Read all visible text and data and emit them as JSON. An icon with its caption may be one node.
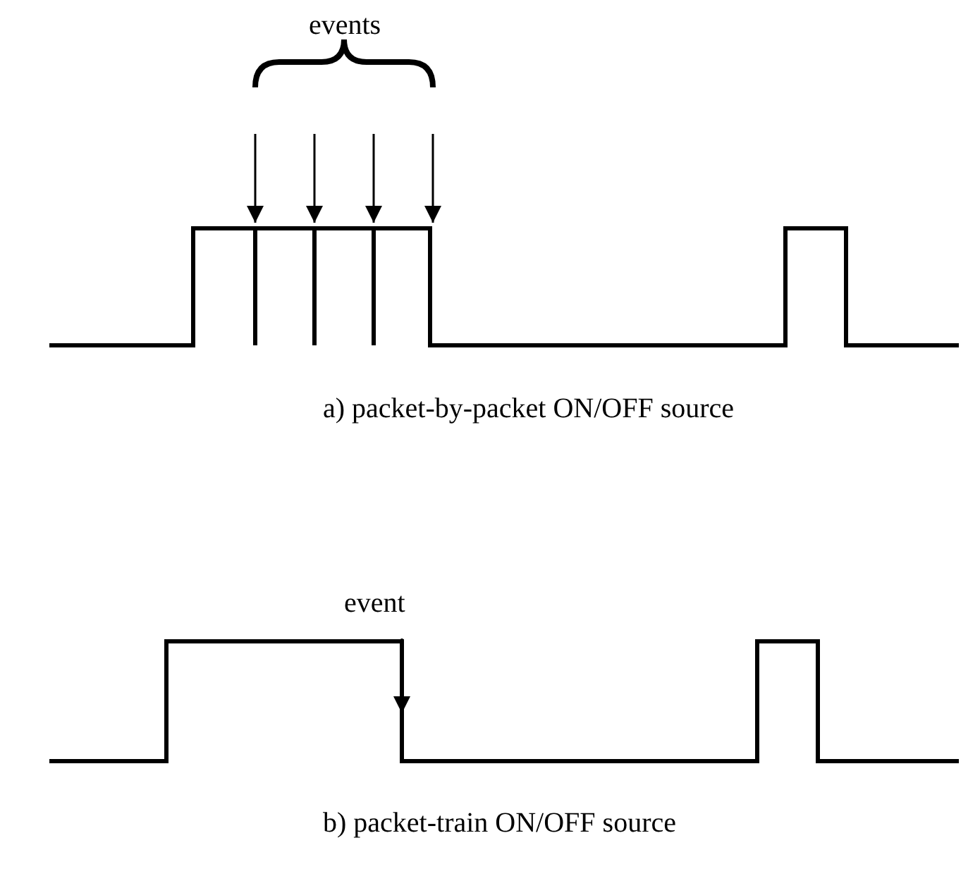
{
  "diagram": {
    "labels": [
      "events",
      "a) packet-by-packet ON/OFF source",
      "event",
      "b) packet-train ON/OFF source"
    ]
  }
}
